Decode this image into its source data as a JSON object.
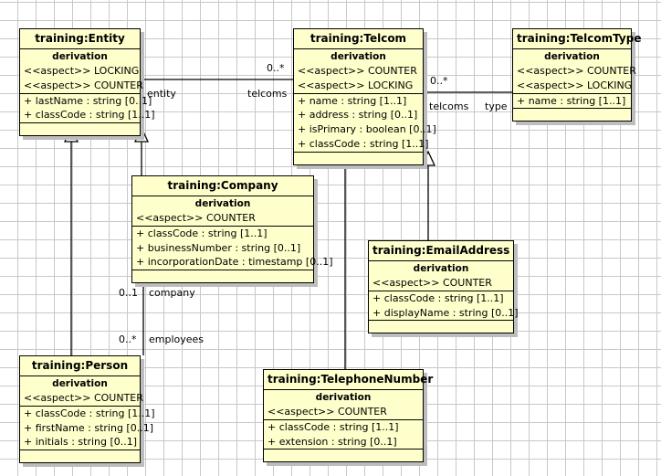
{
  "diagram": {
    "type": "uml-class-diagram",
    "background": "#ffffff",
    "grid_color": "#c8c8c8",
    "class_fill": "#ffffcc",
    "class_border": "#000000",
    "shadow_color": "#bdbdbd",
    "derivation_label": "derivation"
  },
  "classes": {
    "entity": {
      "name": "training:Entity",
      "derivation": "derivation",
      "aspects": [
        "<<aspect>> LOCKING",
        "<<aspect>> COUNTER"
      ],
      "attributes": [
        "+ lastName : string [0..1]",
        "+ classCode : string [1..1]"
      ]
    },
    "telcom": {
      "name": "training:Telcom",
      "derivation": "derivation",
      "aspects": [
        "<<aspect>> COUNTER",
        "<<aspect>> LOCKING"
      ],
      "attributes": [
        "+ name : string [1..1]",
        "+ address : string [0..1]",
        "+ isPrimary : boolean [0..1]",
        "+ classCode : string [1..1]"
      ]
    },
    "telcomtype": {
      "name": "training:TelcomType",
      "derivation": "derivation",
      "aspects": [
        "<<aspect>> COUNTER",
        "<<aspect>> LOCKING"
      ],
      "attributes": [
        "+ name : string [1..1]"
      ]
    },
    "company": {
      "name": "training:Company",
      "derivation": "derivation",
      "aspects": [
        "<<aspect>> COUNTER"
      ],
      "attributes": [
        "+ classCode : string [1..1]",
        "+ businessNumber : string [0..1]",
        "+ incorporationDate : timestamp [0..1]"
      ]
    },
    "emailaddress": {
      "name": "training:EmailAddress",
      "derivation": "derivation",
      "aspects": [
        "<<aspect>> COUNTER"
      ],
      "attributes": [
        "+ classCode : string [1..1]",
        "+ displayName : string [0..1]"
      ]
    },
    "person": {
      "name": "training:Person",
      "derivation": "derivation",
      "aspects": [
        "<<aspect>> COUNTER"
      ],
      "attributes": [
        "+ classCode : string [1..1]",
        "+ firstName : string [0..1]",
        "+ initials : string [0..1]"
      ]
    },
    "telephonenumber": {
      "name": "training:TelephoneNumber",
      "derivation": "derivation",
      "aspects": [
        "<<aspect>> COUNTER"
      ],
      "attributes": [
        "+ classCode : string [1..1]",
        "+ extension : string [0..1]"
      ]
    }
  },
  "associations": {
    "entity_telcom": {
      "source_role": "entity",
      "target_role": "telcoms",
      "target_multiplicity": "0..*"
    },
    "telcom_telcomtype": {
      "source_role": "telcoms",
      "target_role": "type",
      "source_multiplicity": "0..*"
    },
    "company_person": {
      "source_role": "company",
      "source_multiplicity": "0..1",
      "target_role": "employees",
      "target_multiplicity": "0..*"
    }
  },
  "generalizations": [
    {
      "from": "company",
      "to": "entity"
    },
    {
      "from": "person",
      "to": "entity"
    },
    {
      "from": "telephonenumber",
      "to": "telcom"
    },
    {
      "from": "emailaddress",
      "to": "telcom"
    }
  ]
}
